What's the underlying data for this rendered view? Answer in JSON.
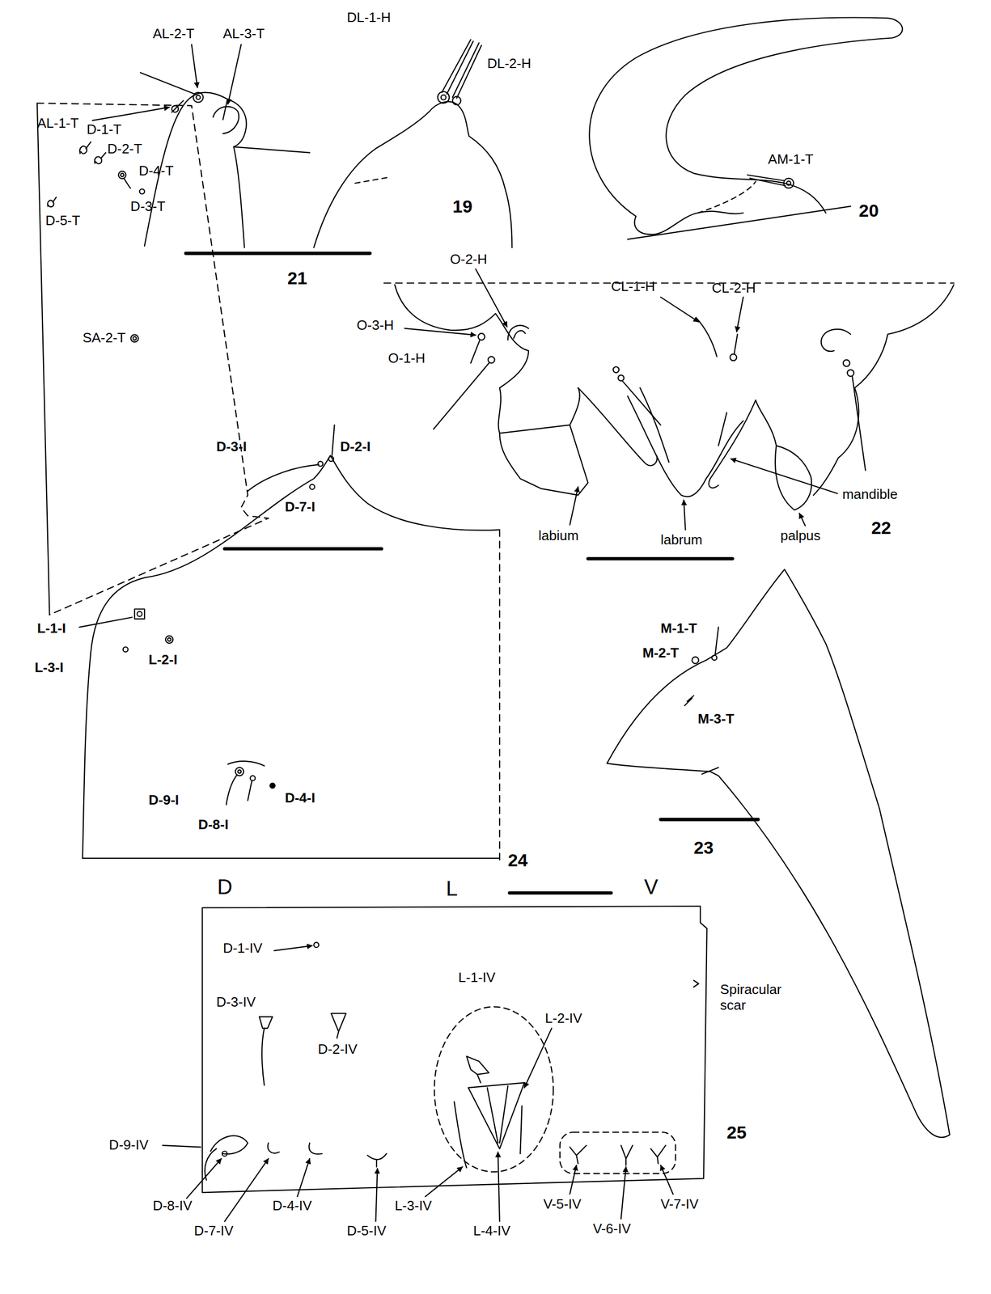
{
  "diagram": {
    "labels": [
      "AL-1-T",
      "AL-2-T",
      "AL-3-T",
      "DL-1-H",
      "DL-2-H",
      "19",
      "AM-1-T",
      "20",
      "D-1-T",
      "D-2-T",
      "D-4-T",
      "D-3-T",
      "D-5-T",
      "SA-2-T",
      "21",
      "O-2-H",
      "CL-1-H",
      "CL-2-H",
      "O-3-H",
      "O-1-H",
      "mandible",
      "labium",
      "labrum",
      "palpus",
      "22",
      "D-3-I",
      "D-2-I",
      "D-7-I",
      "L-1-I",
      "L-3-I",
      "L-2-I",
      "D-9-I",
      "D-4-I",
      "D-8-I",
      "24",
      "M-1-T",
      "M-2-T",
      "M-3-T",
      "23",
      "D",
      "L",
      "V",
      "D-1-IV",
      "D-3-IV",
      "D-2-IV",
      "L-1-IV",
      "L-2-IV",
      "Spiracular scar",
      "25",
      "D-9-IV",
      "D-8-IV",
      "D-7-IV",
      "D-4-IV",
      "D-5-IV",
      "L-3-IV",
      "L-4-IV",
      "V-5-IV",
      "V-6-IV",
      "V-7-IV"
    ]
  }
}
